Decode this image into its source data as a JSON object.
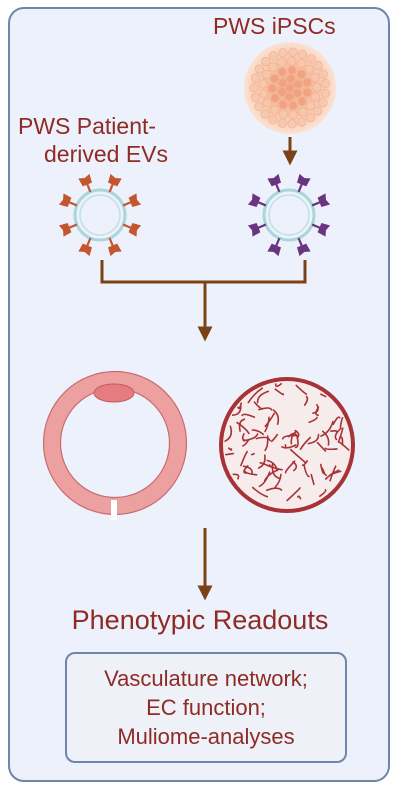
{
  "labels": {
    "ipsc": "PWS iPSCs",
    "patient_evs_line1": "PWS Patient-",
    "patient_evs_line2": "derived EVs"
  },
  "title": "Phenotypic Readouts",
  "readouts": [
    "Vasculature network;",
    "EC function;",
    "Muliome-analyses"
  ],
  "colors": {
    "text": "#8f2b25",
    "arrow": "#7a4216",
    "panel_border": "#6f86a8",
    "panel_fill": "#edf1fb",
    "patient_ev_protein": "#c4552f",
    "ipsc_ev_protein": "#6b3480",
    "vessel_ring": "#eda0a0",
    "organoid": "#a83236"
  }
}
